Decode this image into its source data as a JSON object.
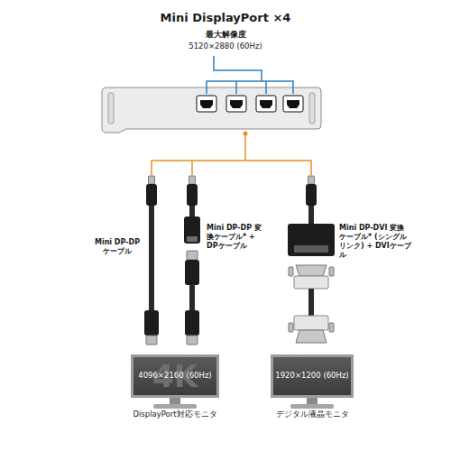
{
  "diagram": {
    "title": "Mini DisplayPort ×4",
    "nodes": [
      {
        "text": [
          "4K",
          "4096×2160 (60Hz)",
          "DisplayPort対応モニタ"
        ]
      },
      {
        "text": [
          "1920×1200 (60Hz)",
          "デジタル液晶モニタ"
        ]
      }
    ],
    "labels": [
      "最大解像度",
      "5120×2880 (60Hz)",
      "Mini DP-DP ケーブル",
      "Mini DP-DP 変換ケーブル* + DPケーブル",
      "Mini DP-DVI 変換ケーブル* (シングルリンク) + DVIケーブル"
    ]
  }
}
